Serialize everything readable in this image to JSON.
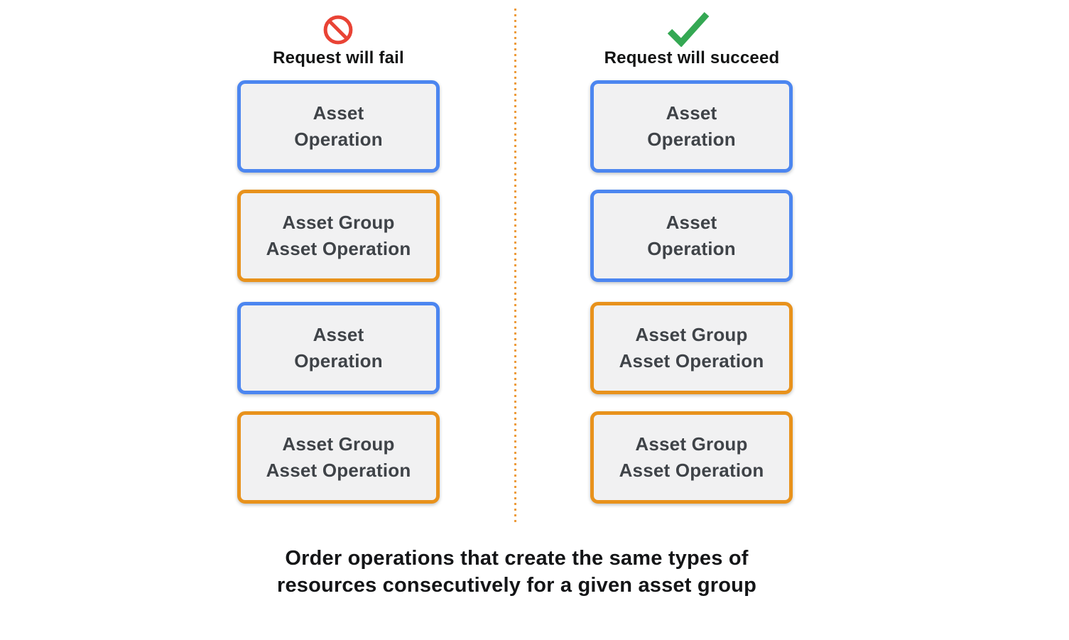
{
  "columns": [
    {
      "title": "Request will fail",
      "icon": "prohibition-icon",
      "boxes": [
        {
          "type": "asset",
          "label": "Asset\nOperation"
        },
        {
          "type": "asset-group",
          "label": "Asset Group\nAsset Operation"
        },
        {
          "type": "asset",
          "label": "Asset\nOperation"
        },
        {
          "type": "asset-group",
          "label": "Asset Group\nAsset Operation"
        }
      ]
    },
    {
      "title": "Request will succeed",
      "icon": "check-icon",
      "boxes": [
        {
          "type": "asset",
          "label": "Asset\nOperation"
        },
        {
          "type": "asset",
          "label": "Asset\nOperation"
        },
        {
          "type": "asset-group",
          "label": "Asset Group\nAsset Operation"
        },
        {
          "type": "asset-group",
          "label": "Asset Group\nAsset Operation"
        }
      ]
    }
  ],
  "caption": "Order operations that create the same types of\nresources consecutively for a given asset group",
  "colors": {
    "asset_border_blue": "#4c86f0",
    "asset_group_border_orange": "#e8921c",
    "fail_icon_red": "#e94335",
    "succeed_icon_green": "#34a853",
    "box_fill": "#f1f1f2",
    "box_text": "#3f4348",
    "divider_orange": "#ed9c3c",
    "title_text": "#121313"
  }
}
